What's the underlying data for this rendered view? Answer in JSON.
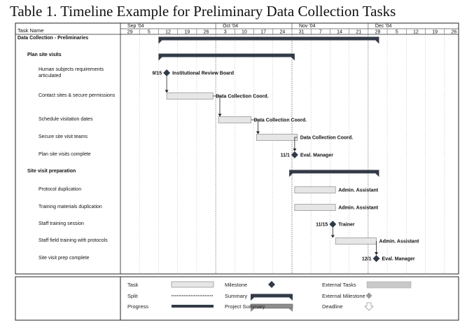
{
  "title": "Table 1. Timeline Example for Preliminary Data Collection Tasks",
  "header": {
    "task_name": "Task Name",
    "months": [
      "Sep '04",
      "Oct '04",
      "Nov '04",
      "Dec '04"
    ],
    "weeks": [
      "29",
      "5",
      "12",
      "19",
      "26",
      "3",
      "10",
      "17",
      "24",
      "31",
      "7",
      "14",
      "21",
      "28",
      "5",
      "12",
      "19",
      "26"
    ]
  },
  "tasks": [
    {
      "name": "Data Collection - Preliminaries",
      "level": 0,
      "type": "project_summary",
      "start": "2004-09-12",
      "end": "2004-12-02"
    },
    {
      "name": "Plan site visits",
      "level": 1,
      "type": "summary",
      "start": "2004-09-12",
      "end": "2004-11-01"
    },
    {
      "name": "Human subjects requirements articulated",
      "level": 2,
      "type": "milestone",
      "date": "2004-09-15",
      "date_label": "9/15",
      "resource": "Institutional Review Board"
    },
    {
      "name": "Contact sites & secure permissions",
      "level": 2,
      "type": "task",
      "start": "2004-09-15",
      "end": "2004-10-02",
      "resource": "Data Collection Coord."
    },
    {
      "name": "Schedule visitation dates",
      "level": 2,
      "type": "task",
      "start": "2004-10-04",
      "end": "2004-10-16",
      "resource": "Data Collection Coord."
    },
    {
      "name": "Secure site visit teams",
      "level": 2,
      "type": "task",
      "start": "2004-10-18",
      "end": "2004-11-02",
      "resource": "Data Collection Coord."
    },
    {
      "name": "Plan site visits complete",
      "level": 2,
      "type": "milestone",
      "date": "2004-11-01",
      "date_label": "11/1",
      "resource": "Eval. Manager"
    },
    {
      "name": "Site visit preparation",
      "level": 1,
      "type": "summary",
      "start": "2004-10-30",
      "end": "2004-12-02"
    },
    {
      "name": "Protocol duplication",
      "level": 2,
      "type": "task",
      "start": "2004-11-01",
      "end": "2004-11-16",
      "resource": "Admin. Assistant"
    },
    {
      "name": "Training materials duplication",
      "level": 2,
      "type": "task",
      "start": "2004-11-01",
      "end": "2004-11-16",
      "resource": "Admin. Assistant"
    },
    {
      "name": "Staff training session",
      "level": 2,
      "type": "milestone",
      "date": "2004-11-15",
      "date_label": "11/15",
      "resource": "Trainer"
    },
    {
      "name": "Staff field training with protocols",
      "level": 2,
      "type": "task",
      "start": "2004-11-16",
      "end": "2004-12-01",
      "resource": "Admin. Assistant"
    },
    {
      "name": "Site visit prep complete",
      "level": 2,
      "type": "milestone",
      "date": "2004-12-01",
      "date_label": "12/1",
      "resource": "Eval. Manager"
    }
  ],
  "links": [
    [
      2,
      3
    ],
    [
      3,
      4
    ],
    [
      4,
      5
    ],
    [
      5,
      6
    ],
    [
      10,
      11
    ],
    [
      11,
      12
    ]
  ],
  "legend": {
    "task": "Task",
    "split": "Split",
    "progress": "Progress",
    "milestone": "Milestone",
    "summary": "Summary",
    "project_summary": "Project Summary",
    "external_tasks": "External Tasks",
    "external_milestone": "External Milestone",
    "deadline": "Deadline"
  },
  "colors": {
    "bar_fill": "#e6e6e6",
    "bar_border": "#8c8c8c",
    "summary": "#333a47",
    "milestone": "#333a47",
    "grid": "#9a9a9a",
    "external": "#c9c9c9"
  }
}
